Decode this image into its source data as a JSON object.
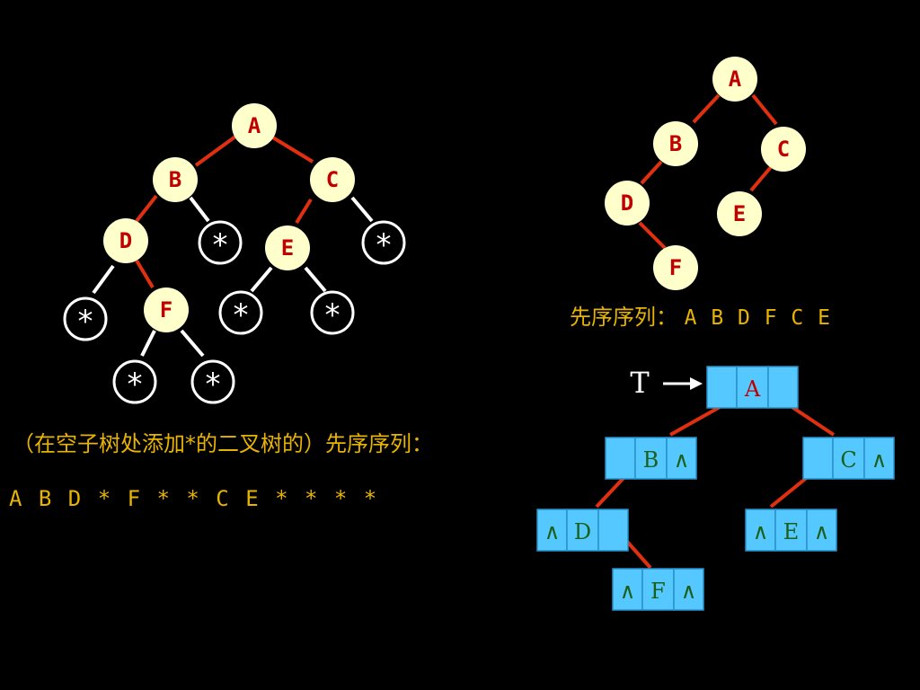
{
  "colors": {
    "background": "#000000",
    "edge": "#e03010",
    "null_edge": "#ffffff",
    "node_fill": "#ffffcc",
    "node_text": "#c00000",
    "cell_fill": "#55c8ff",
    "cell_text": "#1a5f1a",
    "cell_text_root": "#c00000",
    "caption": "#e8b400",
    "pointer": "#ffffff"
  },
  "extended_tree": {
    "nodes": [
      {
        "id": "A",
        "label": "A"
      },
      {
        "id": "B",
        "label": "B"
      },
      {
        "id": "C",
        "label": "C"
      },
      {
        "id": "D",
        "label": "D"
      },
      {
        "id": "E",
        "label": "E"
      },
      {
        "id": "F",
        "label": "F"
      }
    ],
    "null_marker": "*"
  },
  "plain_tree": {
    "nodes": [
      {
        "id": "A",
        "label": "A"
      },
      {
        "id": "B",
        "label": "B"
      },
      {
        "id": "C",
        "label": "C"
      },
      {
        "id": "D",
        "label": "D"
      },
      {
        "id": "E",
        "label": "E"
      },
      {
        "id": "F",
        "label": "F"
      }
    ]
  },
  "linked_list": {
    "pointer_label": "T",
    "nodes": [
      {
        "id": "A",
        "left": "",
        "data": "A",
        "right": ""
      },
      {
        "id": "B",
        "left": "",
        "data": "B",
        "right": "∧"
      },
      {
        "id": "C",
        "left": "",
        "data": "C",
        "right": "∧"
      },
      {
        "id": "D",
        "left": "∧",
        "data": "D",
        "right": ""
      },
      {
        "id": "E",
        "left": "∧",
        "data": "E",
        "right": "∧"
      },
      {
        "id": "F",
        "left": "∧",
        "data": "F",
        "right": "∧"
      }
    ]
  },
  "captions": {
    "plain_preorder_label": "先序序列：",
    "plain_preorder_sequence": "A B D F C E",
    "extended_preorder_label": "（在空子树处添加*的二叉树的）先序序列：",
    "extended_preorder_sequence": "A B D * F * * C E * * * *"
  }
}
